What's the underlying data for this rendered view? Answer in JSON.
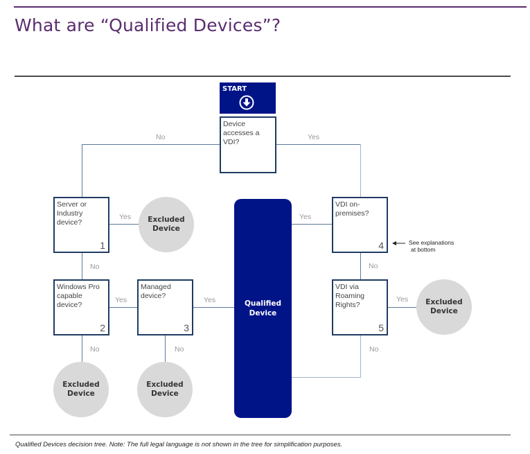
{
  "title": "What are “Qualified Devices”?",
  "caption": "Qualified Devices decision tree.  Note: The full legal language is not shown in the tree for simplification purposes.",
  "start": {
    "label": "START",
    "icon": "arrow-down-circle-icon"
  },
  "questions": {
    "root": {
      "text": "Device accesses a VDI?",
      "number": ""
    },
    "q1": {
      "text": "Server or Industry device?",
      "number": "1"
    },
    "q2": {
      "text": "Windows Pro capable device?",
      "number": "2"
    },
    "q3": {
      "text": "Managed device?",
      "number": "3"
    },
    "q4": {
      "text": "VDI on-premises?",
      "number": "4"
    },
    "q5": {
      "text": "VDI via Roaming Rights?",
      "number": "5"
    }
  },
  "edges": {
    "root_no": "No",
    "root_yes": "Yes",
    "q1_yes": "Yes",
    "q1_no": "No",
    "q2_yes": "Yes",
    "q2_no": "No",
    "q3_yes": "Yes",
    "q3_no": "No",
    "q4_yes": "Yes",
    "q4_no": "No",
    "q5_yes": "Yes",
    "q5_no": "No"
  },
  "outcomes": {
    "excluded": "Excluded Device",
    "qualified": "Qualified Device"
  },
  "note": {
    "line1": "See explanations",
    "line2": "at bottom"
  },
  "colors": {
    "accent_purple": "#5a2d6e",
    "navy": "#001488",
    "box_border": "#1f3b63",
    "excluded_fill": "#d9d9d9",
    "connector": "#5b7a99"
  }
}
